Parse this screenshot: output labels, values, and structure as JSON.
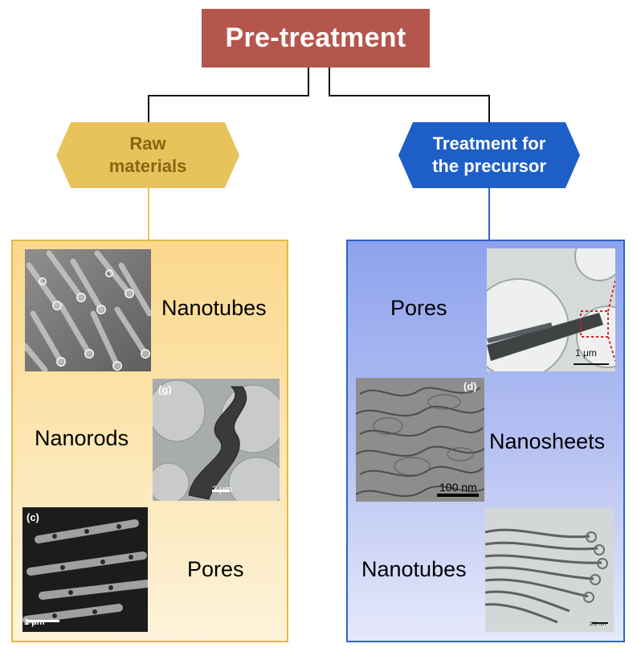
{
  "title": "Pre-treatment",
  "left_branch": {
    "label_line1": "Raw",
    "label_line2": "materials",
    "items": [
      {
        "label": "Nanotubes"
      },
      {
        "label": "Nanorods",
        "panel_tag": "(g)",
        "scale": "2 μm"
      },
      {
        "label": "Pores",
        "panel_tag": "(c)",
        "scale": "1 μm"
      }
    ]
  },
  "right_branch": {
    "label_line1": "Treatment for",
    "label_line2": "the precursor",
    "items": [
      {
        "label": "Pores",
        "scale": "1 μm"
      },
      {
        "label": "Nanosheets",
        "panel_tag": "(d)",
        "scale": "100 nm"
      },
      {
        "label": "Nanotubes",
        "scale": "200 nm"
      }
    ]
  },
  "colors": {
    "title_bg": "#b5564d",
    "left_accent": "#e8c25b",
    "right_accent": "#1d5fc7"
  }
}
